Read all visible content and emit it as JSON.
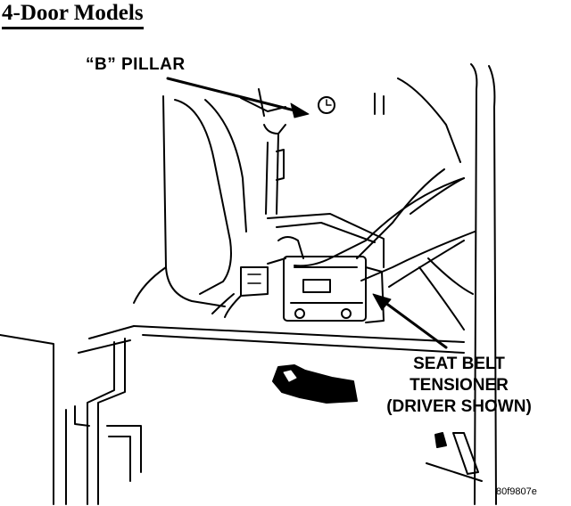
{
  "title": "4-Door Models",
  "callouts": {
    "b_pillar": "“B” PILLAR",
    "tensioner_lines": [
      "SEAT BELT",
      "TENSIONER",
      "(DRIVER SHOWN)"
    ]
  },
  "figure_code": "80f9807e"
}
